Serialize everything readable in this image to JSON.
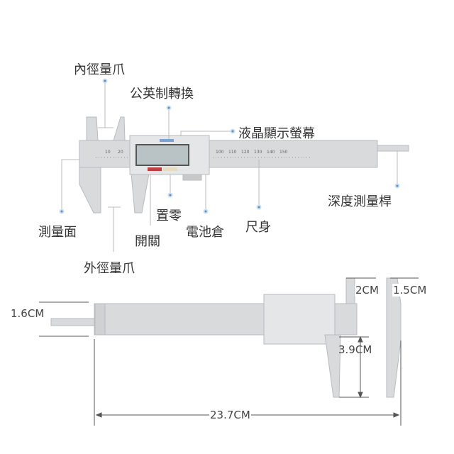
{
  "labels": {
    "inner_jaw": "內徑量爪",
    "unit_switch": "公英制轉換",
    "lcd": "液晶顯示螢幕",
    "depth_rod": "深度測量桿",
    "measuring_face": "測量面",
    "zero": "置零",
    "power": "開關",
    "battery": "電池倉",
    "ruler_body": "尺身",
    "outer_jaw": "外徑量爪"
  },
  "scale_ticks": [
    "10",
    "20",
    "100",
    "110",
    "120",
    "130",
    "140",
    "150"
  ],
  "dimensions": {
    "depth_rod_width": "1.6CM",
    "inner_jaw_length": "2CM",
    "inner_jaw_tip": "1.5CM",
    "outer_jaw_length": "3.9CM",
    "total_length": "23.7CM"
  },
  "colors": {
    "dot": "#5a8fc0",
    "body": "#d8dadc",
    "lcd": "#b9c2c4"
  }
}
